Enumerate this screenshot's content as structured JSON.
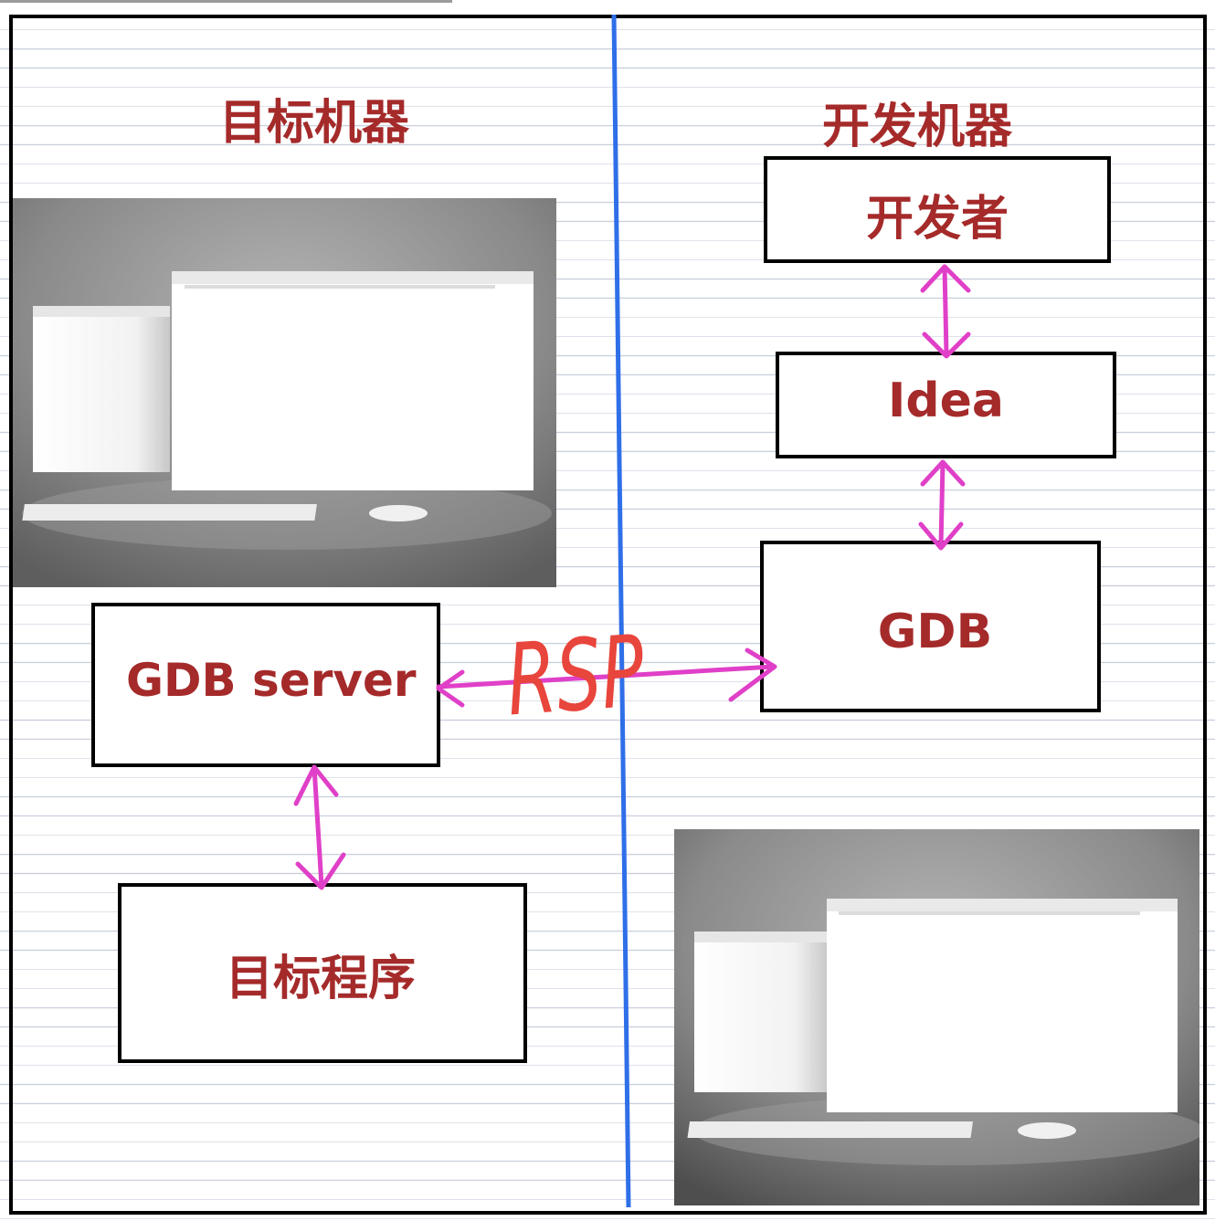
{
  "left_section": {
    "title": "目标机器",
    "gdb_server_label": "GDB server",
    "target_program_label": "目标程序"
  },
  "right_section": {
    "title": "开发机器",
    "developer_label": "开发者",
    "idea_label": "Idea",
    "gdb_label": "GDB"
  },
  "connection": {
    "protocol_label": "RSP"
  },
  "colors": {
    "label_text": "#a52a2a",
    "arrow": "#e040c8",
    "divider": "#2f6fe8",
    "rsp_text": "#e8453c"
  }
}
